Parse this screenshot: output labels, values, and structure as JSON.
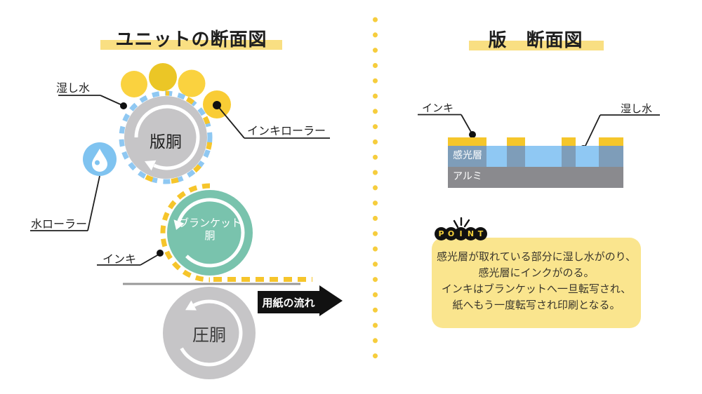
{
  "left_panel": {
    "title": "ユニットの断面図",
    "labels": {
      "dampening_water": "湿し水",
      "ink_roller": "インキローラー",
      "water_roller": "水ローラー",
      "ink": "インキ",
      "paper_flow": "用紙の流れ"
    },
    "cylinders": {
      "plate": "版胴",
      "blanket_line1": "ブランケット",
      "blanket_line2": "胴",
      "impression": "圧胴"
    }
  },
  "right_panel": {
    "title": "版　断面図",
    "labels": {
      "ink": "インキ",
      "dampening_water": "湿し水"
    },
    "layers": {
      "photosensitive": "感光層",
      "aluminum": "アルミ"
    },
    "point": {
      "badge_letters": [
        "P",
        "O",
        "I",
        "N",
        "T"
      ],
      "lines": [
        "感光層が取れている部分に湿し水がのり、",
        "感光層にインクがのる。",
        "インキはブランケットへ一旦転写され、",
        "紙へもう一度転写され印刷となる。"
      ]
    }
  },
  "colors": {
    "ink_yellow": "#F5C62B",
    "roller_yellow": "#FAD23F",
    "roller_yellow_dark": "#EBC626",
    "highlight_yellow": "#F9DF82",
    "box_yellow": "#FAE58E",
    "water_blue": "#8FC8F2",
    "photosensitive_blue": "#7E9DB9",
    "aluminum_gray": "#8A8A8E",
    "cylinder_gray": "#C6C5C7",
    "blanket_teal": "#79C3AD"
  }
}
